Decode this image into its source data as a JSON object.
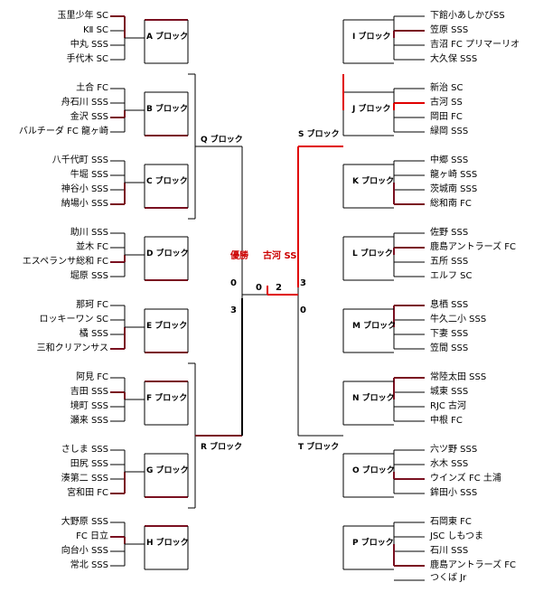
{
  "champion_label": "優勝",
  "champion_team": "古河 SS",
  "final_scores": {
    "left_top": "0",
    "left_mid": "0",
    "left_bot": "3",
    "right_mid": "2",
    "right_top": "3",
    "right_bot": "0"
  },
  "blocks": {
    "A": "A ブロック",
    "B": "B ブロック",
    "C": "C ブロック",
    "D": "D ブロック",
    "E": "E ブロック",
    "F": "F ブロック",
    "G": "G ブロック",
    "H": "H ブロック",
    "I": "I ブロック",
    "J": "J ブロック",
    "K": "K ブロック",
    "L": "L ブロック",
    "M": "M ブロック",
    "N": "N ブロック",
    "O": "O ブロック",
    "P": "P ブロック",
    "Q": "Q ブロック",
    "R": "R ブロック",
    "S": "S ブロック",
    "T": "T ブロック"
  },
  "left_teams": [
    "玉里少年 SC",
    "KⅡ SC",
    "中丸 SSS",
    "手代木 SC",
    "土合 FC",
    "舟石川 SSS",
    "金沢 SSS",
    "バルチーダ FC 龍ヶ崎",
    "八千代町 SSS",
    "牛堀 SSS",
    "神谷小 SSS",
    "納場小 SSS",
    "助川 SSS",
    "並木 FC",
    "エスペランサ総和 FC",
    "堀原 SSS",
    "那珂 FC",
    "ロッキーワン SC",
    "橘 SSS",
    "三和クリアンサス",
    "阿見 FC",
    "吉田 SSS",
    "境町 SSS",
    "瀬来 SSS",
    "さしま SSS",
    "田尻 SSS",
    "湊第二 SSS",
    "宮和田 FC",
    "大野原 SSS",
    "FC 日立",
    "向台小 SSS",
    "常北 SSS"
  ],
  "right_teams": [
    "下館小あしかびSS",
    "笠原 SSS",
    "吉沼 FC プリマーリオ",
    "大久保 SSS",
    "新治 SC",
    "古河 SS",
    "岡田 FC",
    "緑岡 SSS",
    "中郷 SSS",
    "龍ヶ崎 SSS",
    "茨城南 SSS",
    "総和南 FC",
    "佐野 SSS",
    "鹿島アントラーズ FC",
    "五所 SSS",
    "エルフ SC",
    "息栖 SSS",
    "牛久二小 SSS",
    "下妻 SSS",
    "笠間 SSS",
    "常陸太田 SSS",
    "城東 SSS",
    "RJC 古河",
    "中根 FC",
    "六ツ野 SSS",
    "水木 SSS",
    "ウインズ FC 土浦",
    "鉾田小 SSS",
    "石岡東 FC",
    "JSC しもつま",
    "石川 SSS",
    "鹿島アントラーズ FC",
    "つくば Jr"
  ]
}
